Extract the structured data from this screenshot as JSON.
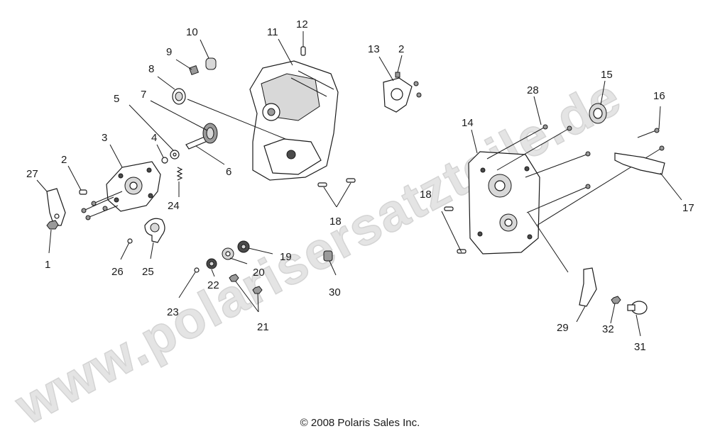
{
  "watermark": "www.polarisersatzteile.de",
  "copyright": "© 2008 Polaris Sales Inc.",
  "callouts": {
    "c1": "1",
    "c2a": "2",
    "c2b": "2",
    "c3": "3",
    "c4": "4",
    "c5": "5",
    "c6": "6",
    "c7": "7",
    "c8": "8",
    "c9": "9",
    "c10": "10",
    "c11": "11",
    "c12": "12",
    "c13": "13",
    "c14": "14",
    "c15": "15",
    "c16": "16",
    "c17": "17",
    "c18a": "18",
    "c18b": "18",
    "c19": "19",
    "c20": "20",
    "c21": "21",
    "c22": "22",
    "c23": "23",
    "c24": "24",
    "c25": "25",
    "c26": "26",
    "c27": "27",
    "c28": "28",
    "c29": "29",
    "c30": "30",
    "c31": "31",
    "c32": "32"
  }
}
